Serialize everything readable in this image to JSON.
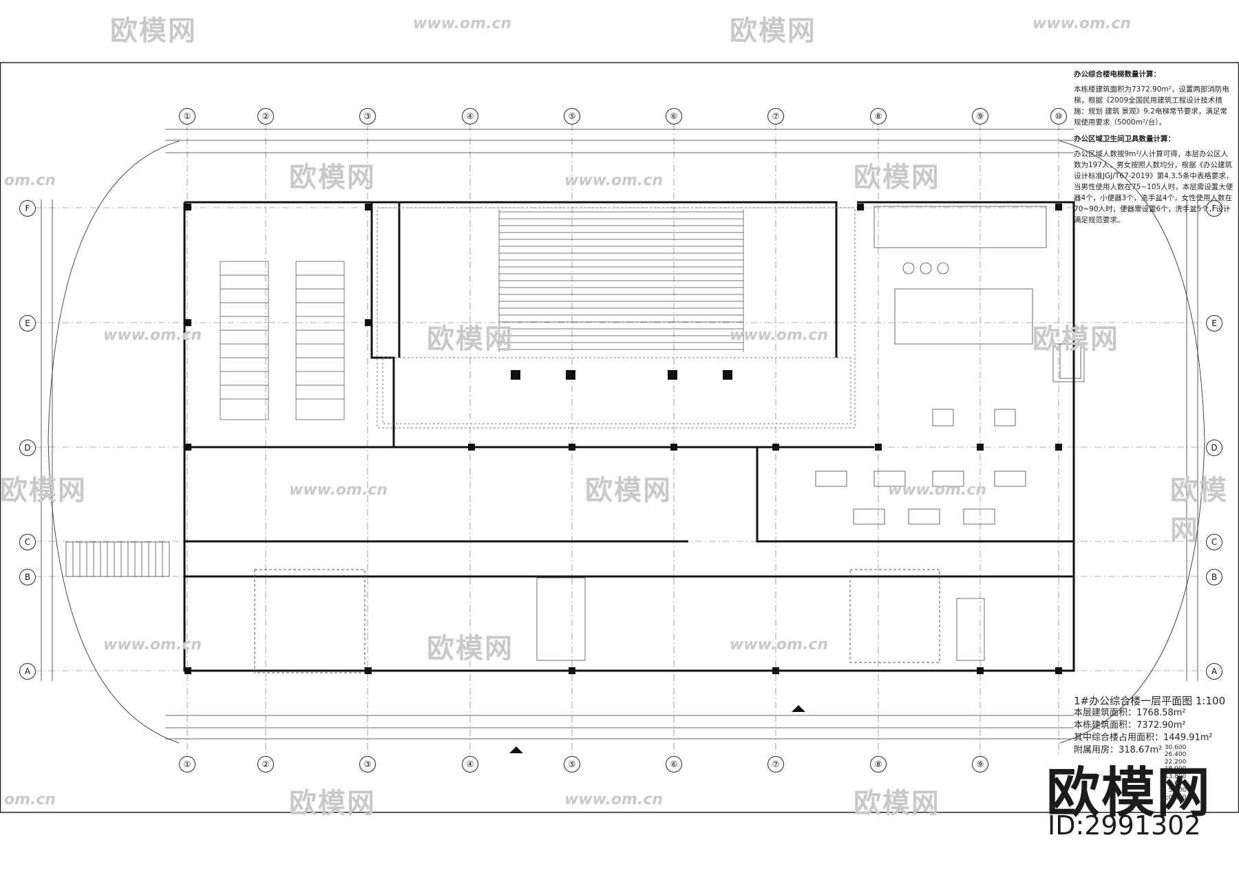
{
  "watermarks": {
    "cn": "欧模网",
    "url": "www.om.cn",
    "url_short": "om.cn"
  },
  "axes": {
    "columns": [
      "①",
      "②",
      "③",
      "④",
      "⑤",
      "⑥",
      "⑦",
      "⑧",
      "⑨",
      "⑩"
    ],
    "rows": [
      "F",
      "E",
      "D",
      "C",
      "B",
      "A"
    ]
  },
  "notes": {
    "elevator_title": "办公综合楼电梯数量计算：",
    "elevator_body": "本栋楼建筑面积为7372.90m²，设置两部消防电梯，根据《2009全国民用建筑工程设计技术措施：规划 建筑 景观》9.2电梯常节要求，满足常规使用要求（5000m²/台）。",
    "toilet_title": "办公区域卫生间卫具数量计算：",
    "toilet_body": "办公区域人数按9m²/人计算可得，本层办公区人数为197人，男女按照人数均分，根据《办公建筑设计标准JGJ/T67-2019》第4.3.5条中表格要求，当男性使用人数在75~105人时，本层需设置大便器4个，小便器3个，洗手盆4个，女性使用人数在70~90人时，便器需设置6个，洗手盆5个，设计满足规范要求。"
  },
  "summary": {
    "title": "1#办公综合楼一层平面图 1:100",
    "floor_area": "本层建筑面积：1768.58m²",
    "building_area": "本栋建筑面积：7372.90m²",
    "including": "其中综合楼占用面积：1449.91m²",
    "annex": "附属用房：318.67m²"
  },
  "elevations": [
    "30.600",
    "26.400",
    "22.200",
    "18.000",
    "13.800",
    "9.600",
    "5.400",
    "±0.000"
  ],
  "brand": {
    "name": "欧模网",
    "id": "ID:2991302"
  },
  "colors": {
    "line": "#222222",
    "watermark": "#c9c9c9",
    "hatch": "#9a9a9a"
  }
}
